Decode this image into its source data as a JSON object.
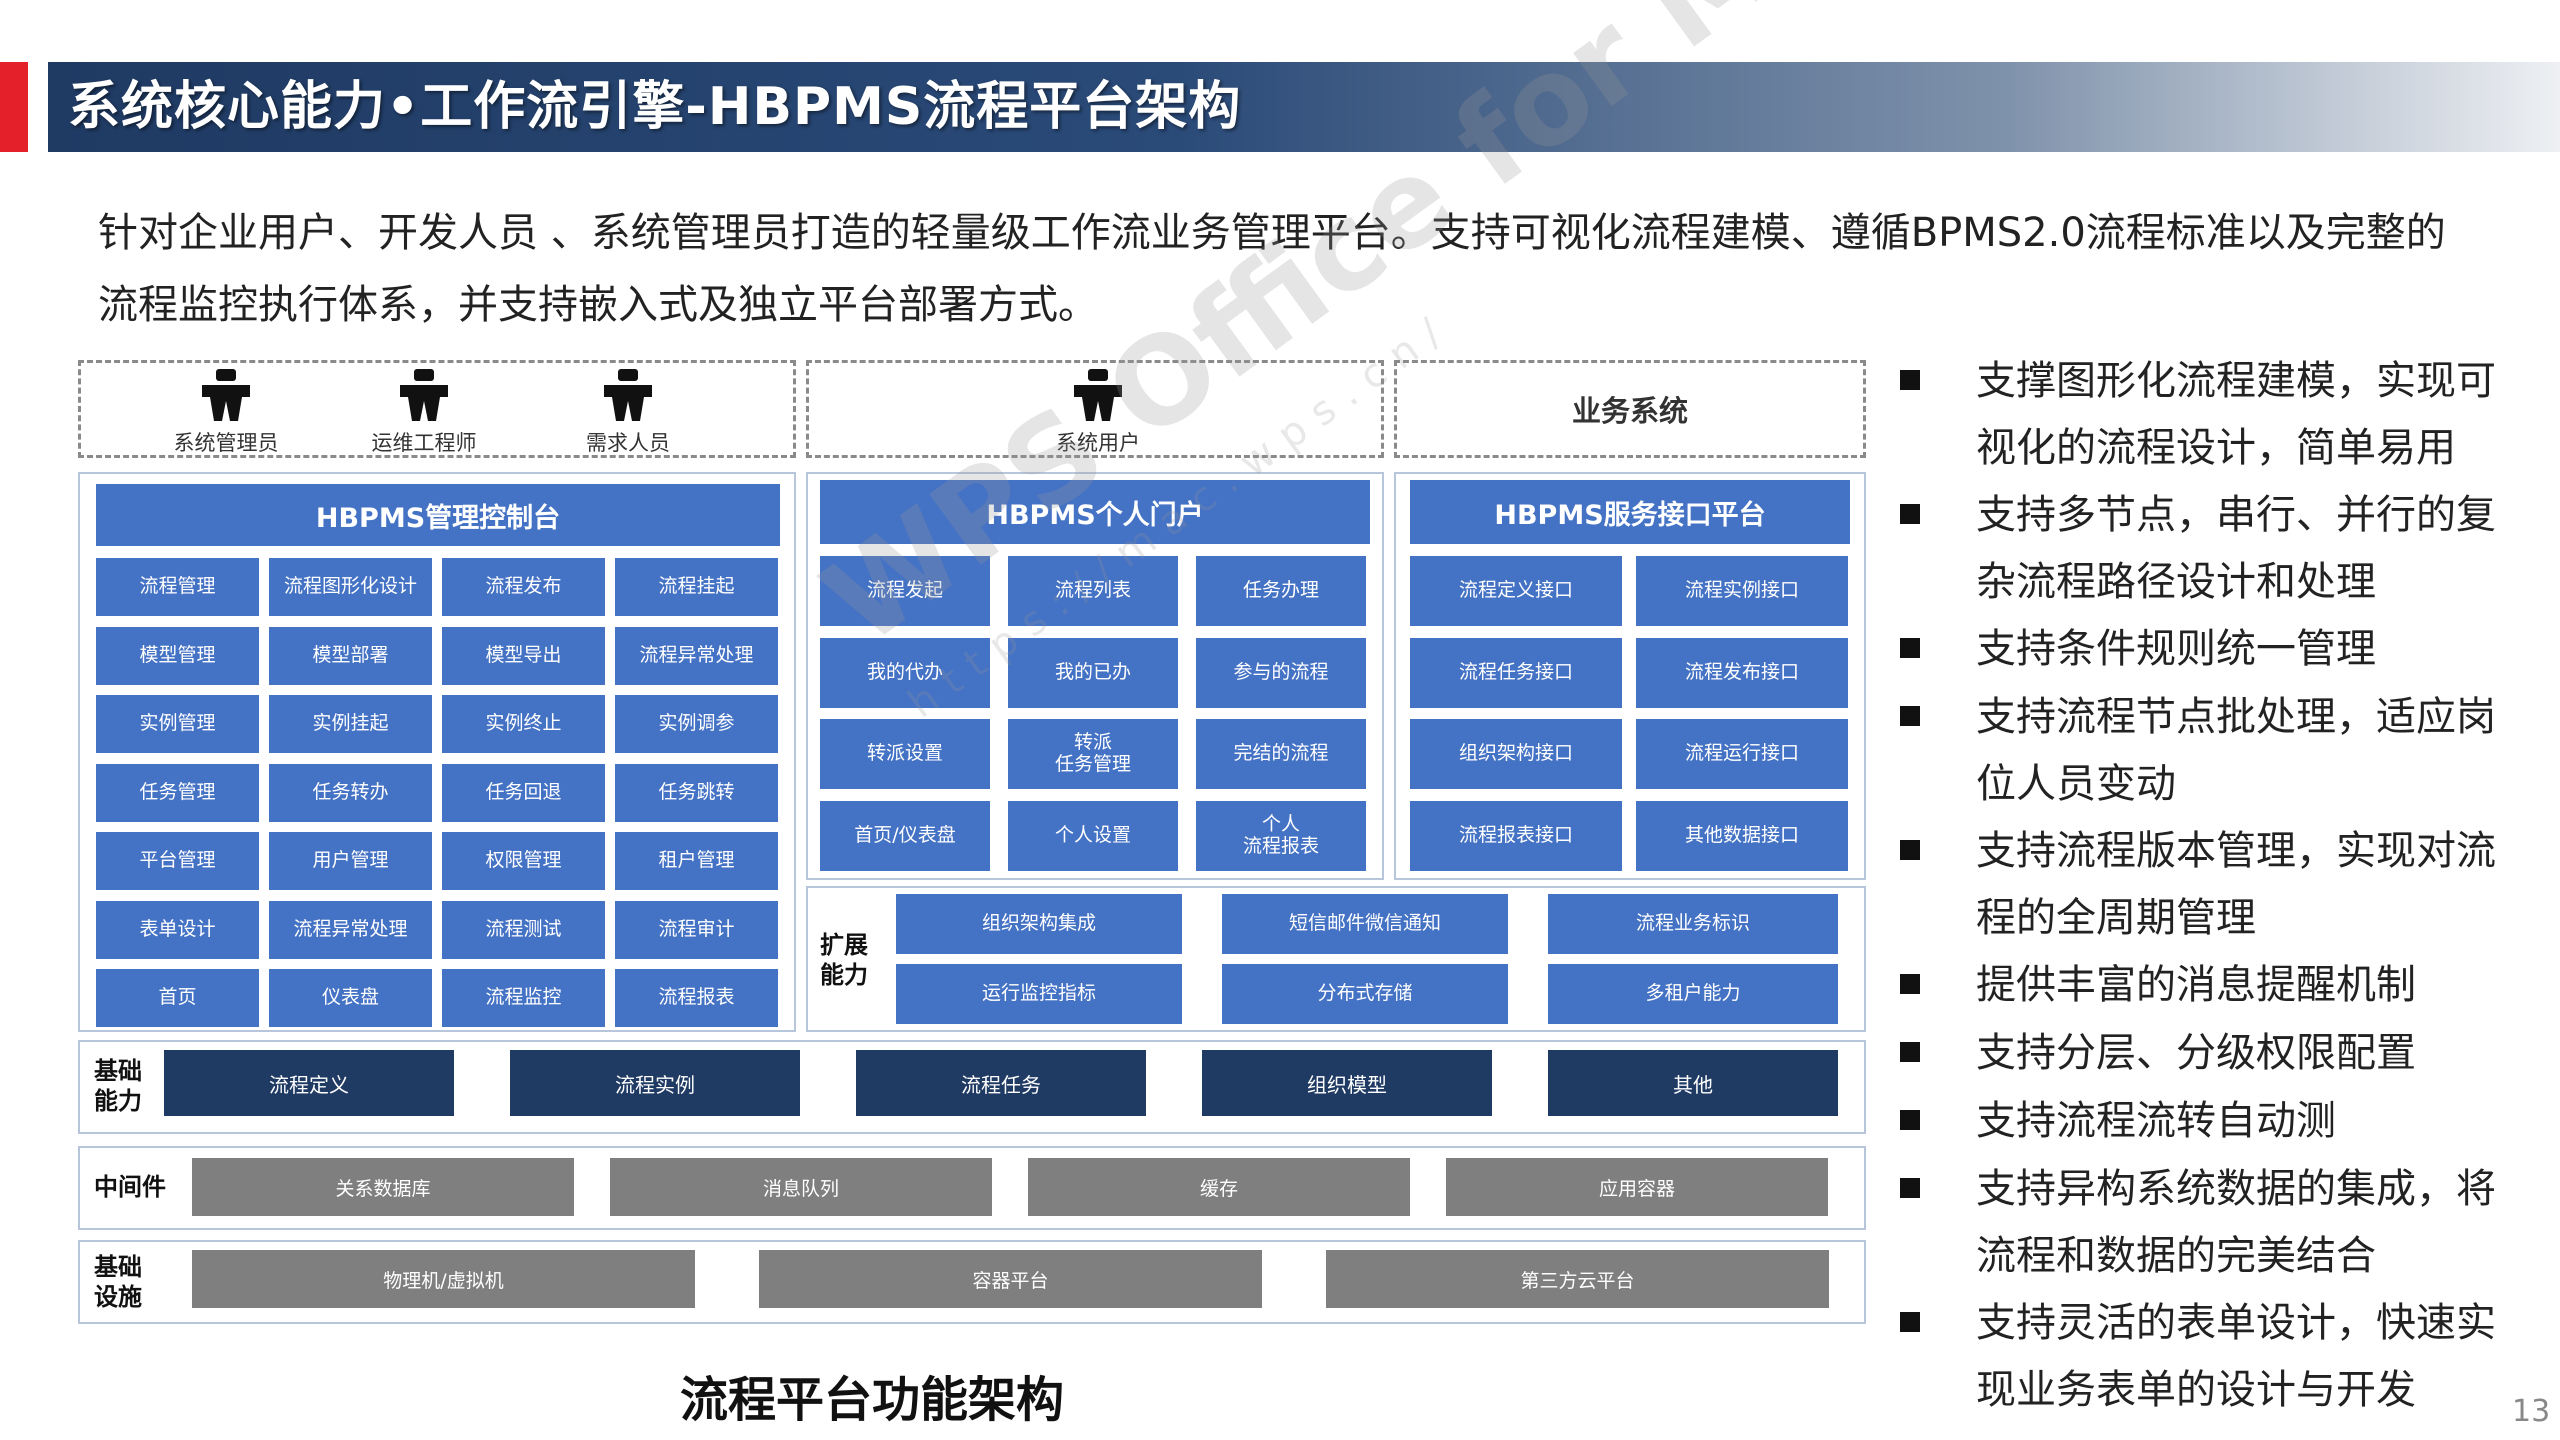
{
  "title": "系统核心能力•工作流引擎-HBPMS流程平台架构",
  "intro_lines": [
    "针对企业用户、开发人员 、系统管理员打造的轻量级工作流业务管理平台。支持可视化流程建模、遵循BPMS2.0流程标准以及完整的",
    "流程监控执行体系，并支持嵌入式及独立平台部署方式。"
  ],
  "roles": {
    "admin": "系统管理员",
    "ops": "运维工程师",
    "demand": "需求人员",
    "user": "系统用户",
    "business": "业务系统"
  },
  "console": {
    "header": "HBPMS管理控制台",
    "rows": [
      [
        "流程管理",
        "流程图形化设计",
        "流程发布",
        "流程挂起"
      ],
      [
        "模型管理",
        "模型部署",
        "模型导出",
        "流程异常处理"
      ],
      [
        "实例管理",
        "实例挂起",
        "实例终止",
        "实例调参"
      ],
      [
        "任务管理",
        "任务转办",
        "任务回退",
        "任务跳转"
      ],
      [
        "平台管理",
        "用户管理",
        "权限管理",
        "租户管理"
      ],
      [
        "表单设计",
        "流程异常处理",
        "流程测试",
        "流程审计"
      ],
      [
        "首页",
        "仪表盘",
        "流程监控",
        "流程报表"
      ]
    ]
  },
  "portal": {
    "header": "HBPMS个人门户",
    "rows": [
      [
        "流程发起",
        "流程列表",
        "任务办理"
      ],
      [
        "我的代办",
        "我的已办",
        "参与的流程"
      ],
      [
        "转派设置",
        "转派\n任务管理",
        "完结的流程"
      ],
      [
        "首页/仪表盘",
        "个人设置",
        "个人\n流程报表"
      ]
    ]
  },
  "service": {
    "header": "HBPMS服务接口平台",
    "rows": [
      [
        "流程定义接口",
        "流程实例接口"
      ],
      [
        "流程任务接口",
        "流程发布接口"
      ],
      [
        "组织架构接口",
        "流程运行接口"
      ],
      [
        "流程报表接口",
        "其他数据接口"
      ]
    ]
  },
  "extend": {
    "label": "扩展\n能力",
    "rows": [
      [
        "组织架构集成",
        "短信邮件微信通知",
        "流程业务标识"
      ],
      [
        "运行监控指标",
        "分布式存储",
        "多租户能力"
      ]
    ]
  },
  "base": {
    "label": "基础\n能力",
    "items": [
      "流程定义",
      "流程实例",
      "流程任务",
      "组织模型",
      "其他"
    ]
  },
  "middleware": {
    "label": "中间件",
    "items": [
      "关系数据库",
      "消息队列",
      "缓存",
      "应用容器"
    ]
  },
  "infra": {
    "label": "基础\n设施",
    "items": [
      "物理机/虚拟机",
      "容器平台",
      "第三方云平台"
    ]
  },
  "caption": "流程平台功能架构",
  "bullets": [
    "支撑图形化流程建模，实现可视化的流程设计，简单易用",
    "支持多节点，串行、并行的复杂流程路径设计和处理",
    "支持条件规则统一管理",
    "支持流程节点批处理，适应岗位人员变动",
    "支持流程版本管理，实现对流程的全周期管理",
    "提供丰富的消息提醒机制",
    "支持分层、分级权限配置",
    "支持流程流转自动测",
    "支持异构系统数据的集成，将流程和数据的完美结合",
    "支持灵活的表单设计，快速实现业务表单的设计与开发"
  ],
  "watermark": "WPS Office for Mac",
  "watermark_url": "https://mac.wps.cn/",
  "page_number": "13",
  "colors": {
    "accent_red": "#e4202b",
    "title_navy": "#1f3a63",
    "cell_blue": "#4472c4",
    "base_navy": "#1f3a63",
    "infra_grey": "#7f7f7f"
  }
}
